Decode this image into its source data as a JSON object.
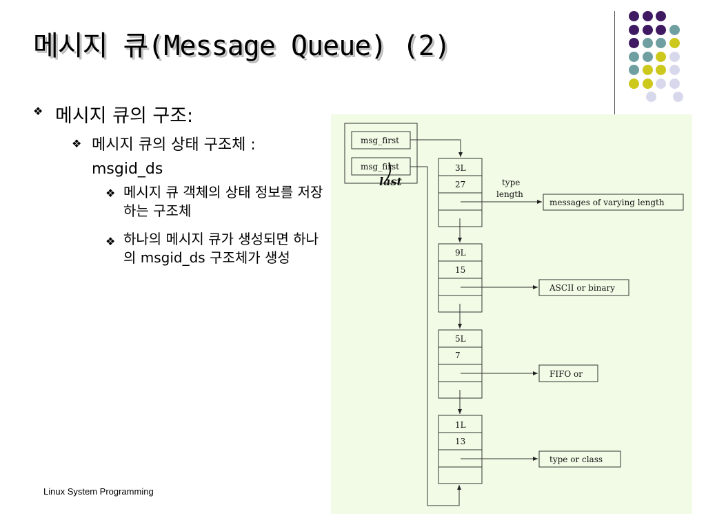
{
  "slide": {
    "title": "메시지 큐(Message Queue) (2)",
    "bullet1": "메시지 큐의 구조:",
    "bullet2": "메시지 큐의 상태 구조체 : msgid_ds",
    "sub_bullets": [
      "메시지 큐 객체의 상태 정보를 저장하는 구조체",
      "하나의 메시지 큐가 생성되면 하나의 msgid_ds 구조체가 생성"
    ],
    "footer": "Linux System Programming",
    "bullet_glyph": "❖"
  },
  "diagram": {
    "header_first": "msg_first",
    "header_last_typed": "msg_first",
    "handwritten_note": "last",
    "nodes": [
      {
        "type": "3L",
        "length": "27",
        "data": "messages of varying length"
      },
      {
        "type": "9L",
        "length": "15",
        "data": "ASCII or binary"
      },
      {
        "type": "5L",
        "length": "7",
        "data": "FIFO or"
      },
      {
        "type": "1L",
        "length": "13",
        "data": "type or class"
      }
    ],
    "annotation_type": "type",
    "annotation_length": "length"
  },
  "colors": {
    "purple": "#3f1a63",
    "teal": "#6f9fa0",
    "yellow": "#cdc81c",
    "lavender": "#d8d8ec",
    "diagram_bg": "#f2fbe6"
  }
}
